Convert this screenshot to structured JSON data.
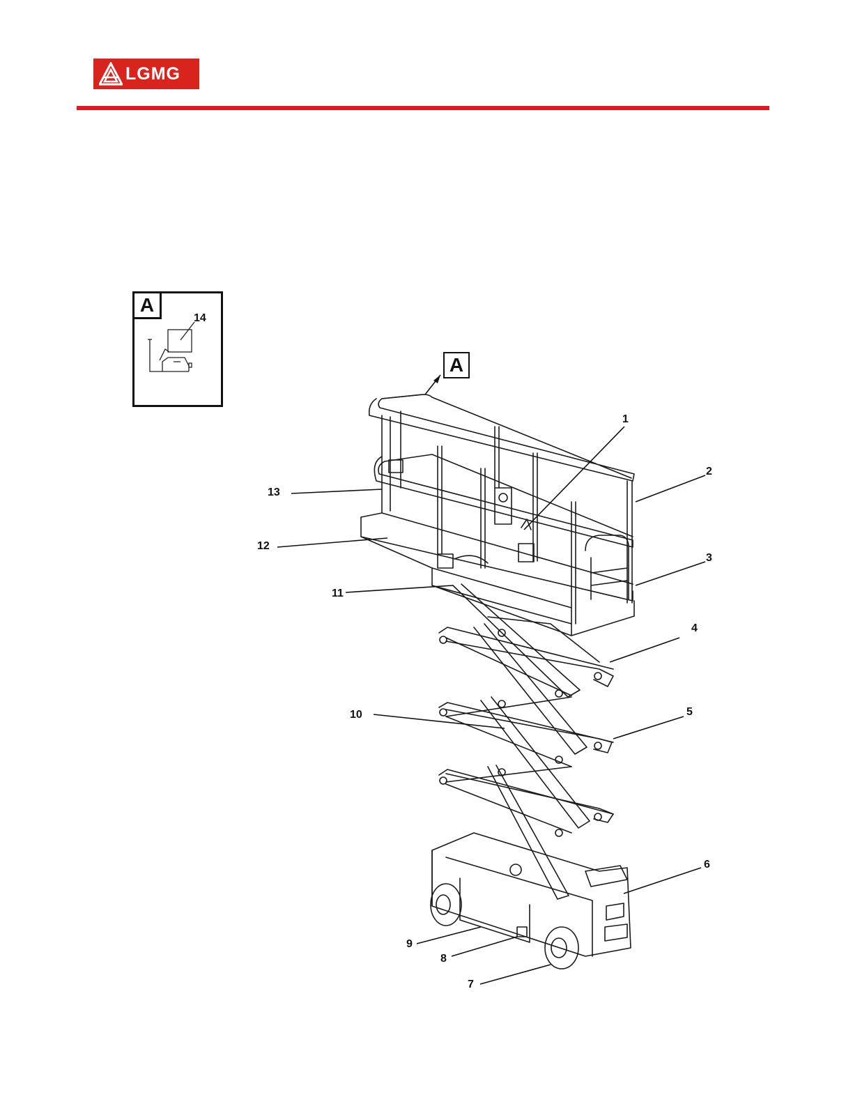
{
  "header": {
    "logo_text": "LGMG",
    "brand_color": "#d9241e",
    "rule_color": "#e4151d"
  },
  "diagram": {
    "inset_tag": "A",
    "inset_label": "14",
    "view_callout": "A",
    "part_numbers": [
      "1",
      "2",
      "3",
      "4",
      "5",
      "6",
      "7",
      "8",
      "9",
      "10",
      "11",
      "12",
      "13"
    ]
  }
}
